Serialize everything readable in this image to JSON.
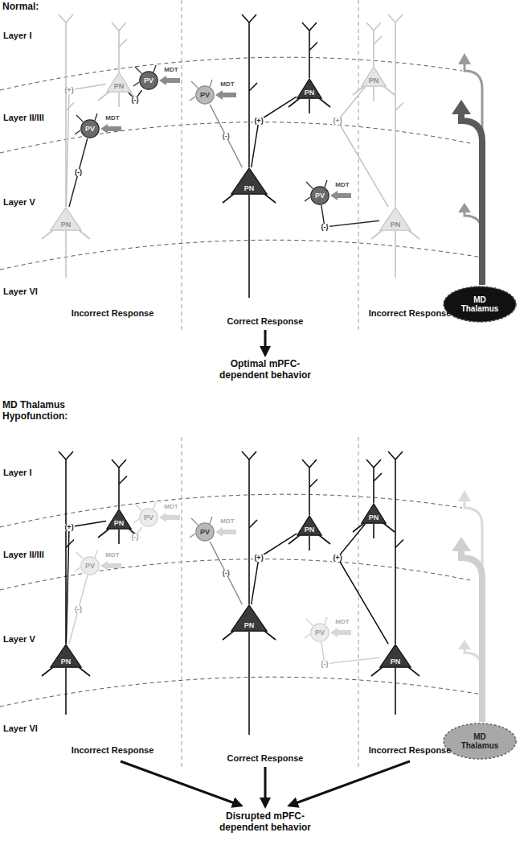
{
  "diagram": {
    "nodes": [
      {
        "text": [
          "PN"
        ]
      },
      {
        "text": [
          "PV"
        ]
      },
      {
        "text": [
          "PV"
        ]
      },
      {
        "text": [
          "PN"
        ]
      },
      {
        "text": [
          "PV"
        ]
      },
      {
        "text": [
          "PN"
        ]
      },
      {
        "text": [
          "PN"
        ]
      },
      {
        "text": [
          "PN"
        ]
      },
      {
        "text": [
          "PV"
        ]
      },
      {
        "text": [
          "PN"
        ]
      },
      {
        "text": [
          "MD Thalamus"
        ]
      },
      {
        "text": [
          "PN"
        ]
      },
      {
        "text": [
          "PV"
        ]
      },
      {
        "text": [
          "PV"
        ]
      },
      {
        "text": [
          "PN"
        ]
      },
      {
        "text": [
          "PV"
        ]
      },
      {
        "text": [
          "PN"
        ]
      },
      {
        "text": [
          "PN"
        ]
      },
      {
        "text": [
          "PN"
        ]
      },
      {
        "text": [
          "PV"
        ]
      },
      {
        "text": [
          "PN"
        ]
      },
      {
        "text": [
          "MD Thalamus"
        ]
      }
    ],
    "edges": [
      {
        "from": 0,
        "to": 3,
        "label": "(+)",
        "arrow": "none"
      },
      {
        "from": 1,
        "to": 0,
        "label": "(-)",
        "arrow": "none"
      },
      {
        "from": 2,
        "to": 3,
        "label": "(-)",
        "arrow": "none"
      },
      {
        "from": 5,
        "to": 6,
        "label": "(+)",
        "arrow": "none"
      },
      {
        "from": 4,
        "to": 6,
        "label": "(-)",
        "arrow": "none"
      },
      {
        "from": 7,
        "to": 9,
        "label": "(+)",
        "arrow": "none"
      },
      {
        "from": 8,
        "to": 9,
        "label": "(-)",
        "arrow": "none"
      },
      {
        "from": 11,
        "to": 14,
        "label": "(+)",
        "arrow": "none"
      },
      {
        "from": 12,
        "to": 11,
        "label": "(-)",
        "arrow": "none"
      },
      {
        "from": 13,
        "to": 14,
        "label": "(-)",
        "arrow": "none"
      },
      {
        "from": 16,
        "to": 17,
        "label": "(+)",
        "arrow": "none"
      },
      {
        "from": 15,
        "to": 17,
        "label": "(-)",
        "arrow": "none"
      },
      {
        "from": 18,
        "to": 20,
        "label": "(+)",
        "arrow": "none"
      },
      {
        "from": 19,
        "to": 20,
        "label": "(-)",
        "arrow": "none"
      }
    ],
    "labels": [
      "Normal:",
      "Layer I",
      "Layer II/III",
      "Layer V",
      "Layer VI",
      "MDT",
      "MDT",
      "MDT",
      "MDT",
      "Incorrect Response",
      "Correct Response",
      "Incorrect Response",
      "Optimal mPFC-dependent behavior",
      "MD Thalamus Hypofunction:",
      "Layer I",
      "Layer II/III",
      "Layer V",
      "Layer VI",
      "MDT",
      "MDT",
      "MDT",
      "MDT",
      "Incorrect Response",
      "Correct Response",
      "Incorrect Response",
      "Disrupted mPFC-dependent behavior"
    ]
  }
}
